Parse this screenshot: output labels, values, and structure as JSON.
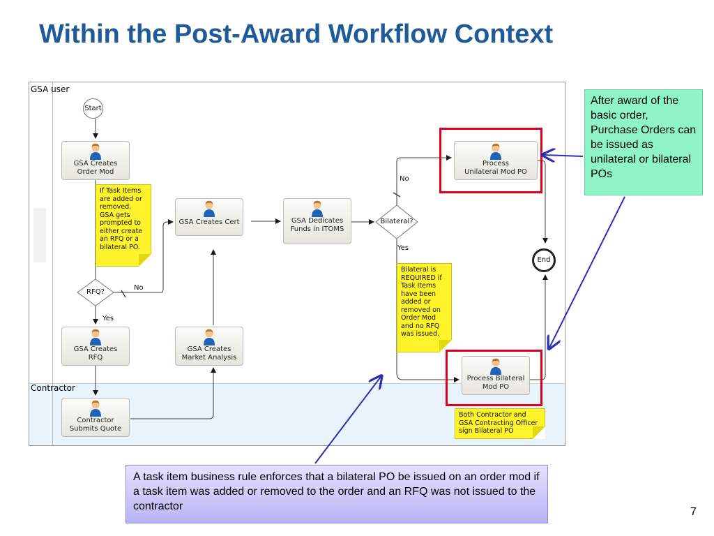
{
  "slide": {
    "title": "Within the Post-Award Workflow Context",
    "page_number": "7"
  },
  "lanes": {
    "top": "GSA user",
    "bottom": "Contractor"
  },
  "tasks": {
    "gsa_creates_order_mod": "GSA Creates\nOrder Mod",
    "gsa_creates_cert": "GSA Creates Cert",
    "gsa_dedicates_funds": "GSA Dedicates\nFunds in ITOMS",
    "process_unilateral": "Process\nUnilateral Mod PO",
    "gsa_creates_rfq": "GSA Creates\nRFQ",
    "gsa_creates_market_analysis": "GSA Creates\nMarket Analysis",
    "contractor_submits_quote": "Contractor\nSubmits Quote",
    "process_bilateral": "Process Bilateral\nMod PO"
  },
  "events": {
    "start": "Start",
    "end": "End"
  },
  "gateways": {
    "rfq": "RFQ?",
    "bilateral": "Bilateral?"
  },
  "flow_labels": {
    "rfq_no": "No",
    "rfq_yes": "Yes",
    "bilateral_no": "No",
    "bilateral_yes": "Yes"
  },
  "notes": {
    "task_items": "If Task Items\nare added or\nremoved,\nGSA gets\nprompted to\neither create\nan RFQ or a\nbilateral PO.",
    "bilateral_required": "Bilateral is\nREQUIRED if\nTask Items\nhave been\nadded or\nremoved on\nOrder Mod\nand no RFQ\nwas issued.",
    "both_sign": "Both Contractor and\nGSA Contracting Officer\nsign Bilateral PO"
  },
  "callouts": {
    "green": "After award of the basic order, Purchase Orders can be issued as unilateral or bilateral POs",
    "blue": "A task item business rule enforces that a bilateral PO be issued on an order mod if a task item was added or removed to the order and an RFQ was not issued to the contractor"
  },
  "colors": {
    "title": "#1f5b98",
    "note_yellow": "#fff32c",
    "highlight_red": "#e0001b",
    "callout_green": "#8ff3c8",
    "callout_blue": "#c9c6fa",
    "arrow_blue": "#2b2fb3"
  },
  "icons": {
    "task_icon": "person-icon",
    "callout_arrow": "arrow-icon"
  }
}
